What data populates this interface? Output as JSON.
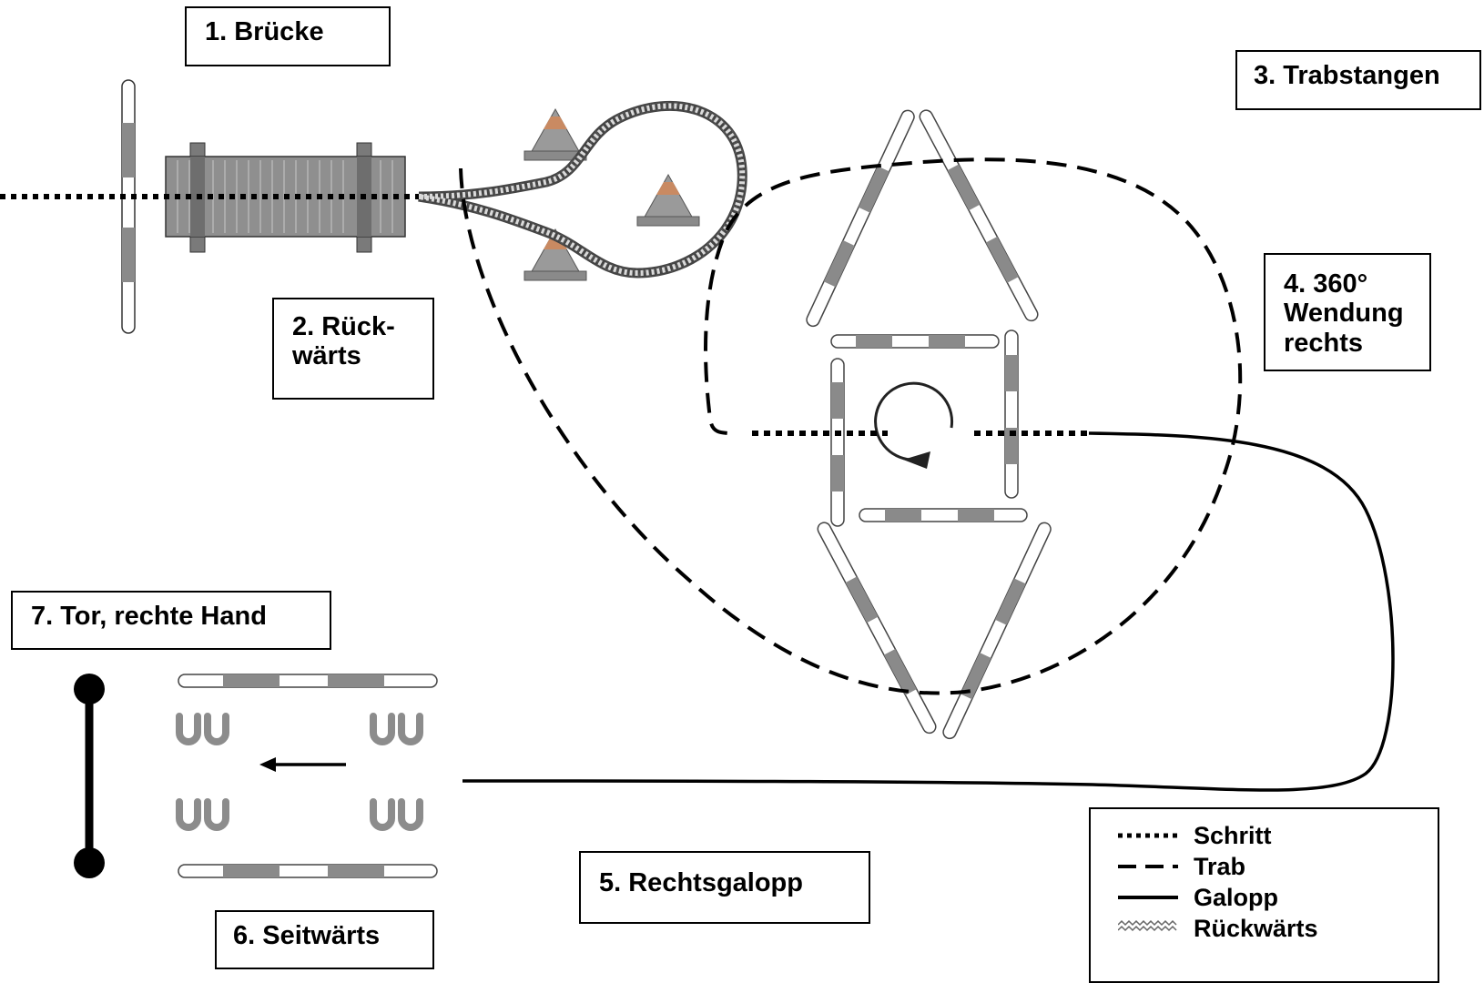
{
  "stations": {
    "bruecke": "1. Brücke",
    "rueckwaerts": [
      "2. Rück-",
      "wärts"
    ],
    "trabstangen": "3. Trabstangen",
    "wendung": [
      "4. 360°",
      "Wendung",
      "rechts"
    ],
    "galopp": "5. Rechtsgalopp",
    "seitwaerts": "6. Seitwärts",
    "tor": "7. Tor, rechte Hand"
  },
  "legend": {
    "items": [
      {
        "style": "dotted",
        "label": "Schritt"
      },
      {
        "style": "dashed",
        "label": "Trab"
      },
      {
        "style": "solid",
        "label": "Galopp"
      },
      {
        "style": "wavy",
        "label": "Rückwärts"
      }
    ]
  },
  "colors": {
    "line": "#000000",
    "pole_stripe": "#8a8a8a",
    "bridge": "#8f8f8f",
    "cone": "#9a9a9a",
    "cone_orange": "#c98a62",
    "horseshoe": "#8c8c8c"
  }
}
